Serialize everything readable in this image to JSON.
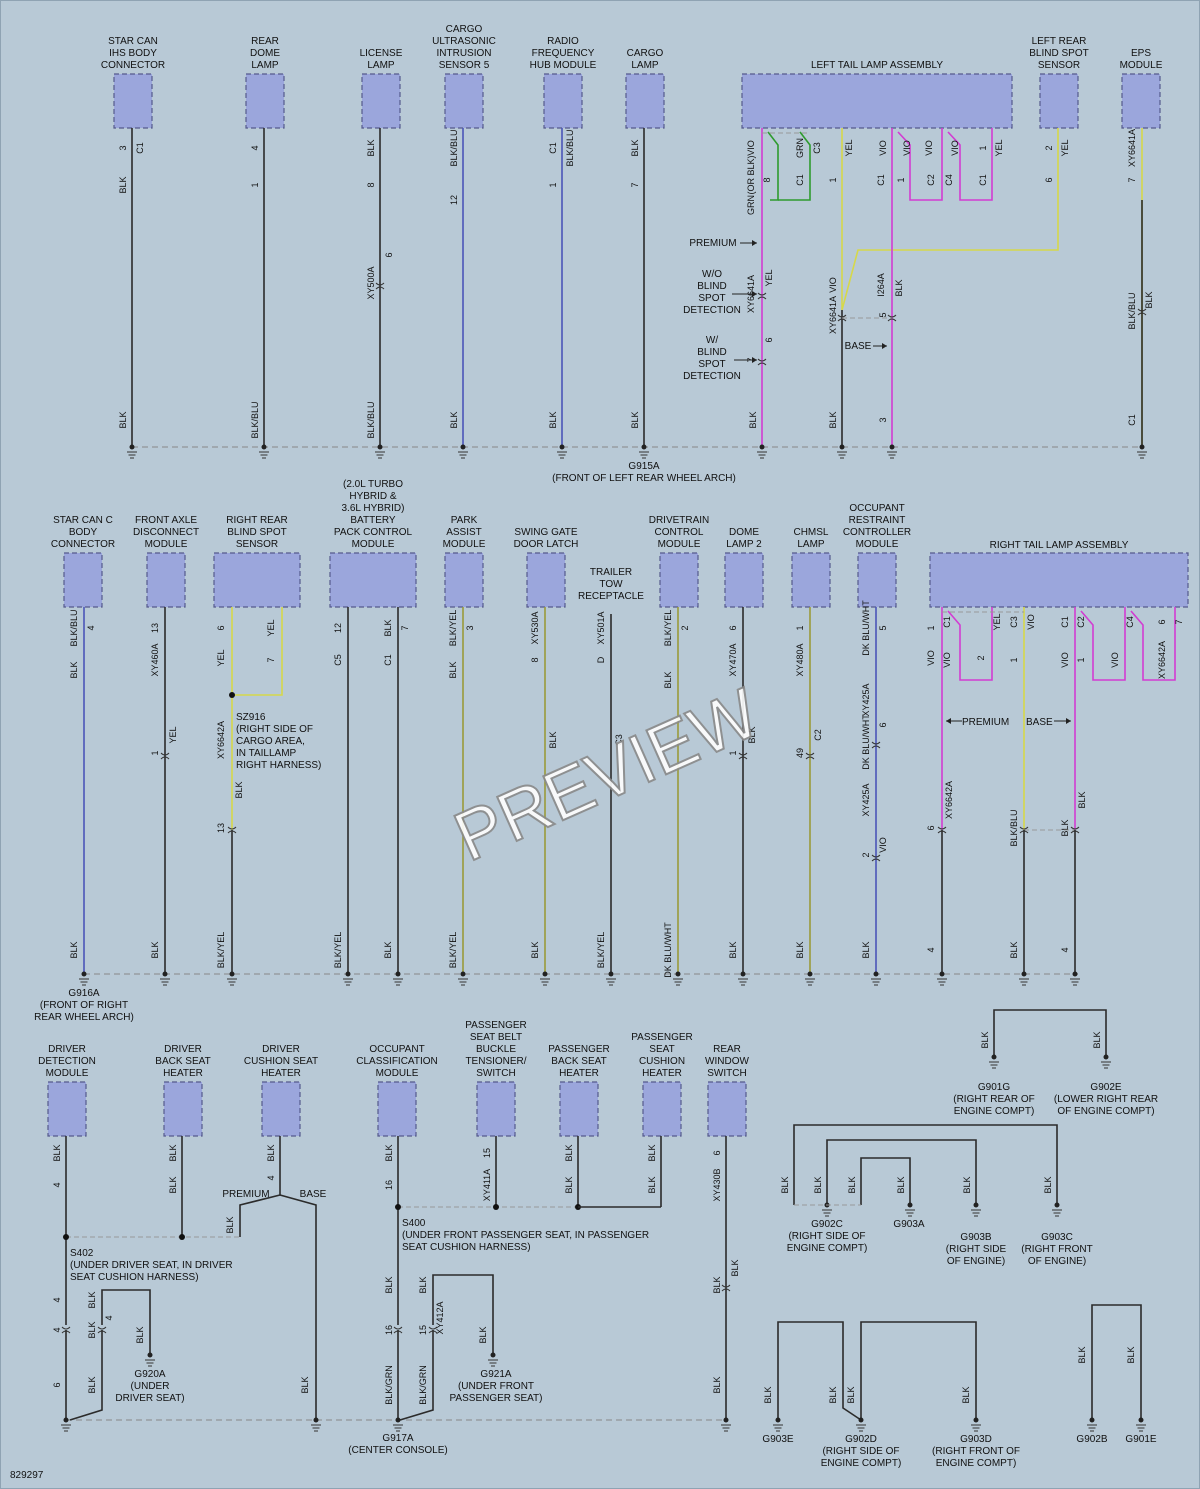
{
  "figure_id": "829297",
  "watermark": "PREVIEW",
  "colors": {
    "BLK": "#2b2b2b",
    "BLKBLU": "#4b55b8",
    "BLKYEL": "#9a9a3a",
    "GRN": "#2e9b2e",
    "YEL": "#d6d84a",
    "VIO": "#d23cd2",
    "DKBLU": "#4b55b8"
  },
  "components": [
    {
      "label": "STAR CAN\nIHS BODY\nCONNECTOR"
    },
    {
      "label": "REAR\nDOME\nLAMP"
    },
    {
      "label": "LICENSE\nLAMP"
    },
    {
      "label": "CARGO\nULTRASONIC\nINTRUSION\nSENSOR 5"
    },
    {
      "label": "RADIO\nFREQUENCY\nHUB MODULE"
    },
    {
      "label": "CARGO\nLAMP"
    },
    {
      "label": "LEFT TAIL LAMP ASSEMBLY"
    },
    {
      "label": "LEFT REAR\nBLIND SPOT\nSENSOR"
    },
    {
      "label": "EPS\nMODULE"
    },
    {
      "label": "STAR CAN C\nBODY\nCONNECTOR"
    },
    {
      "label": "FRONT AXLE\nDISCONNECT\nMODULE"
    },
    {
      "label": "RIGHT REAR\nBLIND SPOT\nSENSOR"
    },
    {
      "label": "(2.0L TURBO\nHYBRID &\n3.6L HYBRID)\nBATTERY\nPACK CONTROL\nMODULE"
    },
    {
      "label": "PARK\nASSIST\nMODULE"
    },
    {
      "label": "SWING GATE\nDOOR LATCH"
    },
    {
      "label": "DRIVETRAIN\nCONTROL\nMODULE"
    },
    {
      "label": "DOME\nLAMP 2"
    },
    {
      "label": "CHMSL\nLAMP"
    },
    {
      "label": "OCCUPANT\nRESTRAINT\nCONTROLLER\nMODULE"
    },
    {
      "label": "RIGHT TAIL LAMP ASSEMBLY"
    },
    {
      "label": "DRIVER\nDETECTION\nMODULE"
    },
    {
      "label": "DRIVER\nBACK SEAT\nHEATER"
    },
    {
      "label": "DRIVER\nCUSHION SEAT\nHEATER"
    },
    {
      "label": "OCCUPANT\nCLASSIFICATION\nMODULE"
    },
    {
      "label": "PASSENGER\nSEAT BELT\nBUCKLE\nTENSIONER/\nSWITCH"
    },
    {
      "label": "PASSENGER\nBACK SEAT\nHEATER"
    },
    {
      "label": "PASSENGER\nSEAT\nCUSHION\nHEATER"
    },
    {
      "label": "REAR\nWINDOW\nSWITCH"
    },
    {
      "label": "TRAILER\nTOW\nRECEPTACLE"
    }
  ],
  "grounds": [
    {
      "label": "G915A\n(FRONT OF LEFT REAR WHEEL ARCH)"
    },
    {
      "label": "G916A\n(FRONT OF RIGHT\nREAR WHEEL ARCH)"
    },
    {
      "label": "G917A\n(CENTER CONSOLE)"
    },
    {
      "label": "G920A\n(UNDER\nDRIVER SEAT)"
    },
    {
      "label": "G921A\n(UNDER FRONT\nPASSENGER SEAT)"
    },
    {
      "label": "G901G\n(RIGHT REAR OF\nENGINE COMPT)"
    },
    {
      "label": "G902E\n(LOWER RIGHT REAR\nOF ENGINE COMPT)"
    },
    {
      "label": "G902C\n(RIGHT SIDE OF\nENGINE COMPT)"
    },
    {
      "label": "G903A"
    },
    {
      "label": "G903B\n(RIGHT SIDE\nOF ENGINE)"
    },
    {
      "label": "G903C\n(RIGHT FRONT\nOF ENGINE)"
    },
    {
      "label": "G903E"
    },
    {
      "label": "G902D\n(RIGHT SIDE OF\nENGINE COMPT)"
    },
    {
      "label": "G903D\n(RIGHT FRONT OF\nENGINE COMPT)"
    },
    {
      "label": "G902B"
    },
    {
      "label": "G901E"
    }
  ],
  "splices": [
    {
      "label": "SZ916\n(RIGHT SIDE OF\nCARGO AREA,\nIN TAILLAMP\nRIGHT HARNESS)"
    },
    {
      "label": "S400\n(UNDER FRONT PASSENGER SEAT, IN PASSENGER\nSEAT CUSHION HARNESS)"
    },
    {
      "label": "S402\n(UNDER DRIVER SEAT, IN DRIVER\nSEAT CUSHION HARNESS)"
    }
  ],
  "options": [
    {
      "label": "PREMIUM"
    },
    {
      "label": "W/O\nBLIND\nSPOT\nDETECTION"
    },
    {
      "label": "W/\nBLIND\nSPOT\nDETECTION"
    },
    {
      "label": "BASE"
    },
    {
      "label": "PREMIUM"
    },
    {
      "label": "BASE"
    },
    {
      "label": "PREMIUM"
    },
    {
      "label": "BASE"
    }
  ],
  "texts": [
    "3",
    "C1",
    "BLK",
    "4",
    "1",
    "BLK",
    "8",
    "XY500A",
    "6",
    "BLK/BLU",
    "12",
    "C1",
    "BLK/BLU",
    "1",
    "BLK",
    "7",
    "VIO",
    "(OR BLK)",
    "GRN",
    "8",
    "GRN",
    "C1",
    "C3",
    "YEL",
    "1",
    "VIO",
    "C1",
    "VIO",
    "1",
    "VIO",
    "C2",
    "VIO",
    "C4",
    "1",
    "C1",
    "YEL",
    "2",
    "YEL",
    "6",
    "XY6641A",
    "7",
    "XY6641A",
    "YEL",
    "7",
    "6",
    "VIO",
    "XY6641A",
    "5",
    "I264A",
    "BLK",
    "BLK/BLU",
    "BLK",
    "BLK",
    "BLK/BLU",
    "BLK/BLU",
    "BLK",
    "BLK",
    "BLK",
    "BLK",
    "BLK",
    "3",
    "C1",
    "BLK/BLU",
    "4",
    "BLK",
    "13",
    "XY460A",
    "1",
    "YEL",
    "6",
    "YEL",
    "YEL",
    "7",
    "XY6642A",
    "13",
    "BLK",
    "12",
    "C5",
    "BLK",
    "7",
    "C1",
    "BLK/YEL",
    "3",
    "BLK",
    "XY530A",
    "8",
    "BLK",
    "XY501A",
    "D",
    "C3",
    "BLK/YEL",
    "2",
    "BLK",
    "6",
    "XY470A",
    "1",
    "BLK",
    "1",
    "XY480A",
    "49",
    "C2",
    "DK BLU/WHT",
    "5",
    "XY425A",
    "DK BLU/WHT",
    "6",
    "XY425A",
    "2",
    "VIO",
    "1",
    "VIO",
    "C1",
    "VIO",
    "2",
    "YEL",
    "C3",
    "1",
    "VIO",
    "C1",
    "VIO",
    "C2",
    "1",
    "VIO",
    "C4",
    "6",
    "XY6642A",
    "7",
    "6",
    "XY6642A",
    "BLK/BLU",
    "BLK",
    "BLK",
    "BLK",
    "BLK",
    "BLK/YEL",
    "BLK/YEL",
    "BLK",
    "BLK/YEL",
    "BLK",
    "BLK/YEL",
    "DK BLU/WHT",
    "BLK",
    "BLK",
    "BLK",
    "4",
    "BLK",
    "4",
    "BLK",
    "4",
    "BLK",
    "BLK",
    "BLK",
    "4",
    "BLK",
    "4",
    "BLK",
    "4",
    "BLK",
    "4",
    "BLK",
    "6",
    "BLK",
    "BLK",
    "BLK",
    "16",
    "15",
    "XY411A",
    "BLK",
    "BLK",
    "BLK",
    "BLK",
    "BLK",
    "BLK",
    "16",
    "15",
    "XY412A",
    "BLK",
    "BLK/GRN",
    "BLK/GRN",
    "6",
    "XY430B",
    "BLK",
    "BLK",
    "BLK",
    "BLK",
    "BLK",
    "BLK",
    "BLK",
    "BLK",
    "BLK",
    "BLK",
    "BLK",
    "BLK",
    "BLK",
    "BLK",
    "BLK",
    "BLK",
    "BLK"
  ]
}
